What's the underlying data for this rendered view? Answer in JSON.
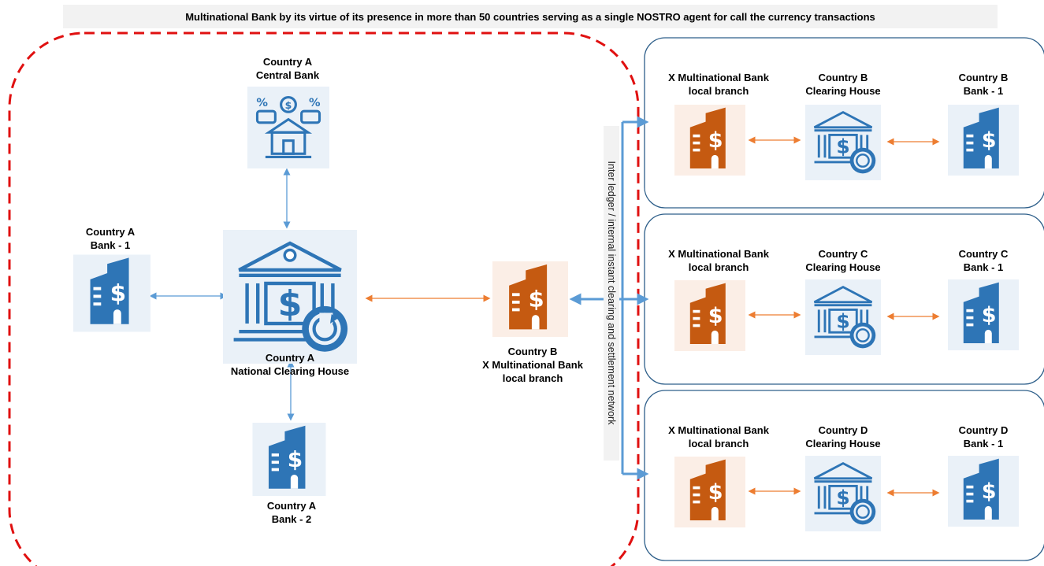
{
  "title": "Multinational Bank by its virtue of its presence in more than 50 countries serving as a single NOSTRO agent for call the currency transactions",
  "network_label": "Inter ledger / internal instant clearing and settlement network",
  "colors": {
    "blue": "#2e75b6",
    "orange": "#c55a11",
    "red_dash": "#e01010",
    "panel_border": "#2e5f8a",
    "tile_bg": "#eaf1f8",
    "orange_bg": "#fbeee6"
  },
  "country_a": {
    "central_bank": {
      "line1": "Country A",
      "line2": "Central Bank",
      "icon": "central-bank-icon"
    },
    "bank1": {
      "line1": "Country A",
      "line2": "Bank - 1",
      "icon": "bank-building-icon"
    },
    "clearing_house": {
      "line1": "Country A",
      "line2": "National Clearing House",
      "icon": "clearing-house-icon"
    },
    "bank2": {
      "line1": "Country A",
      "line2": "Bank - 2",
      "icon": "bank-building-icon"
    }
  },
  "country_b_branch": {
    "line1": "Country B",
    "line2": "X Multinational Bank",
    "line3": "local branch",
    "icon": "bank-building-icon"
  },
  "panels": [
    {
      "branch_l1": "X Multinational Bank",
      "branch_l2": "local branch",
      "ch_l1": "Country B",
      "ch_l2": "Clearing House",
      "bank_l1": "Country B",
      "bank_l2": "Bank - 1"
    },
    {
      "branch_l1": "X Multinational Bank",
      "branch_l2": "local branch",
      "ch_l1": "Country C",
      "ch_l2": "Clearing House",
      "bank_l1": "Country C",
      "bank_l2": "Bank - 1"
    },
    {
      "branch_l1": "X Multinational Bank",
      "branch_l2": "local branch",
      "ch_l1": "Country D",
      "ch_l2": "Clearing House",
      "bank_l1": "Country D",
      "bank_l2": "Bank - 1"
    }
  ]
}
